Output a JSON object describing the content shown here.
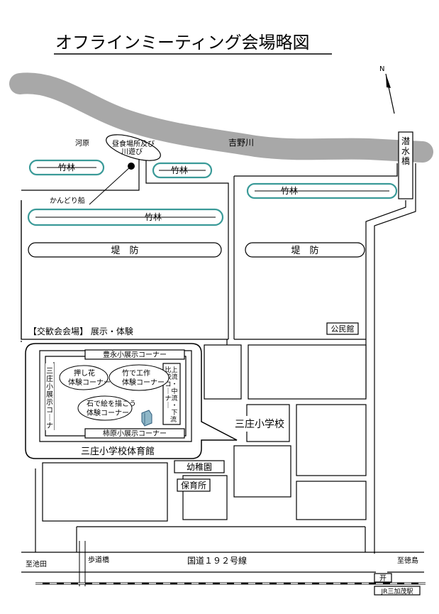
{
  "title": "オフラインミーティング会場略図",
  "north": "N",
  "river": {
    "name": "吉野川"
  },
  "places": {
    "kawara": "河原",
    "meal_area": "昼食場所及び川遊び",
    "kandori_boat": "かんどり船",
    "bridge": "潜水橋",
    "kouminkan": "公民館",
    "school": "三庄小学校",
    "gym": "三庄小学校体育館",
    "kindergarten": "幼稚園",
    "nursery": "保育所",
    "footbridge": "歩道橋",
    "route192": "国道１９２号線",
    "to_ikeda": "至池田",
    "to_tokushima": "至徳島",
    "station": "JR三加茂駅",
    "station_mark": "开"
  },
  "bamboo_groves": [
    "竹林",
    "竹林",
    "竹林",
    "竹林"
  ],
  "embankments": [
    "堤　防",
    "堤　防"
  ],
  "venue": {
    "header": "【交歓会会場】 展示・体験",
    "left_vertical": "三庄小展示コーナー",
    "top_corner": "豊永小展示コーナー",
    "bottom_corner": "柿原小展示コーナー",
    "right_vertical_1": "上流・中流・下流",
    "right_vertical_2": "比較コーナー",
    "oshibana_1": "押し花",
    "oshibana_2": "体験コーナー",
    "bamboo_1": "竹で工作",
    "bamboo_2": "体験コーナー",
    "stone_1": "石で絵を描こう",
    "stone_2": "体験コーナー"
  },
  "colors": {
    "river": "#a8a8a8",
    "bamboo_outline": "#3a9a98",
    "railway": "#000000"
  }
}
